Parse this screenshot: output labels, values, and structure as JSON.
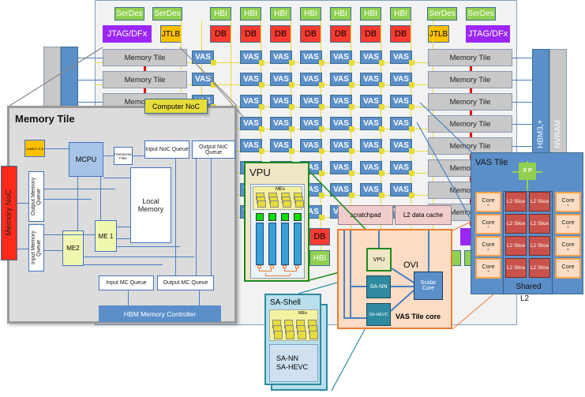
{
  "chip": {
    "top_row": [
      "SerDes",
      "SerDes",
      "HBI",
      "HBI",
      "HBI",
      "HBI",
      "HBI",
      "HBI",
      "HBI",
      "SerDes",
      "SerDes"
    ],
    "second_row": [
      "JTAG/DFx",
      "JTLB",
      "DB",
      "DB",
      "DB",
      "DB",
      "DB",
      "DB",
      "DB",
      "JTLB",
      "JTAG/DFx"
    ],
    "vas_label": "VAS",
    "memory_tile_label": "Memory Tile",
    "scratchpad": "scratchpad",
    "l2_data_cache": "L2 data cache",
    "bottom_db": "DB",
    "bottom_hbi": "HBI",
    "hbm_label": "HBM3,+",
    "nvram_label": "NVRAM"
  },
  "memory_tile": {
    "title": "Memory Tile",
    "computer_noc": "Computer NoC",
    "memory_noc": "Memory NoC",
    "jumbo_tlb": "JUMBO TLB",
    "mcpu": "MCPU",
    "transaction_filter": "Transaction Filter",
    "input_noc_queue": "Input NoC Queue",
    "output_noc_queue": "Output NoC Queue",
    "output_memory_queue": "Output Memory Queue",
    "input_memory_queue": "Input Memory Queue",
    "local_memory": "Local Memory",
    "me1": "ME 1",
    "me2": "ME2",
    "input_mc_queue": "Input MC Queue",
    "output_mc_queue": "Output MC Queue",
    "hbm_memory_controller": "HBM Memory Controller"
  },
  "vpu_detail": {
    "title": "VPU",
    "mes_label": "MEs"
  },
  "vas_tile_core": {
    "title": "VAS Tile core",
    "vpu": "VPU",
    "ovi": "OVI",
    "sa_nn": "SA-NN",
    "sa_hevc": "SA-HEVC",
    "scalar_core": "Scalar Core"
  },
  "sa_shell": {
    "title": "SA-Shell",
    "mes_label": "MEs",
    "line1": "SA-NN",
    "line2": "SA-HEVC"
  },
  "vas_tile": {
    "title": "VAS Tile",
    "xp": "X P",
    "cores_left": [
      {
        "label": "Core",
        "n": "0"
      },
      {
        "label": "Core",
        "n": "1"
      },
      {
        "label": "Core",
        "n": "2"
      },
      {
        "label": "Core",
        "n": "3"
      }
    ],
    "cores_right": [
      {
        "label": "Core",
        "n": "4"
      },
      {
        "label": "Core",
        "n": "5"
      },
      {
        "label": "Core",
        "n": "6"
      },
      {
        "label": "Core",
        "n": "7"
      }
    ],
    "l2_slice": "L2 Slice",
    "shared": "Shared",
    "l2": "L2"
  }
}
